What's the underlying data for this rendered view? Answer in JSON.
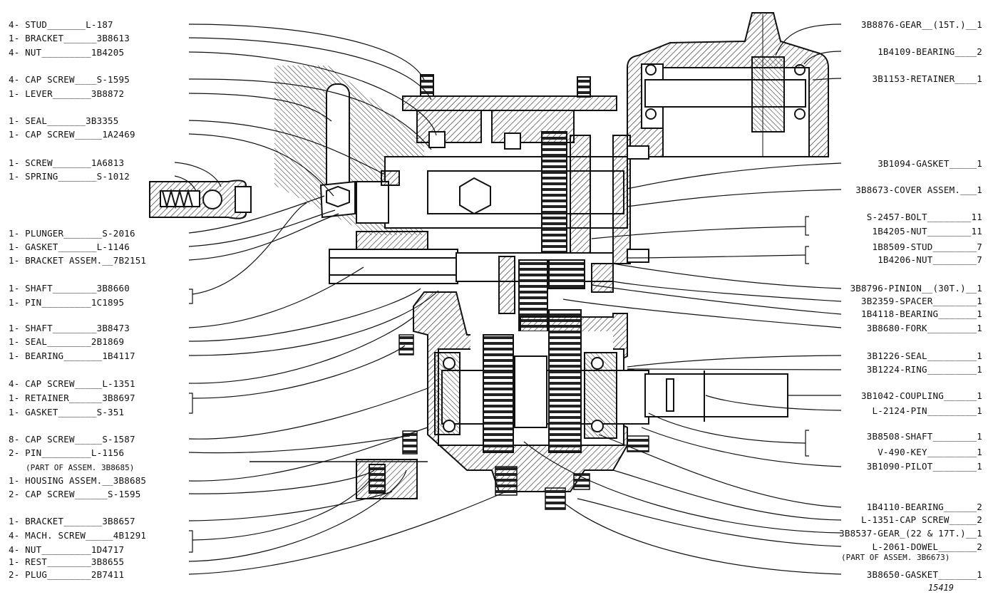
{
  "left_labels": [
    "4- STUD_______L-187",
    "1- BRACKET______3B8613",
    "4- NUT_________1B4205",
    "4- CAP SCREW____S-1595",
    "1- LEVER_______3B8872",
    "1- SEAL_______3B3355",
    "1- CAP SCREW_____1A2469",
    "1- SCREW_______1A6813",
    "1- SPRING_______S-1012",
    "1- PLUNGER_______S-2016",
    "1- GASKET_______L-1146",
    "1- BRACKET ASSEM.__7B2151",
    "1- SHAFT________3B8660",
    "1- PIN_________1C1895",
    "1- SHAFT________3B8473",
    "1- SEAL________2B1869",
    "1- BEARING_______1B4117",
    "4- CAP SCREW_____L-1351",
    "1- RETAINER______3B8697",
    "1- GASKET_______S-351",
    "8- CAP SCREW_____S-1587",
    "2- PIN_________L-1156",
    "1- HOUSING ASSEM.__3B8685",
    "2- CAP SCREW______S-1595",
    "1- BRACKET_______3B8657",
    "4- MACH. SCREW_____4B1291",
    "4- NUT_________1D4717",
    "1- REST________3B8655",
    "2- PLUG________2B7411"
  ],
  "left_note": "(PART OF ASSEM. 3B8685)",
  "right_labels": [
    "3B8876-GEAR__(15T.)__1",
    "1B4109-BEARING____2",
    "3B1153-RETAINER____1",
    "3B1094-GASKET_____1",
    "3B8673-COVER ASSEM.___1",
    "S-2457-BOLT________11",
    "1B4205-NUT________11",
    "1B8509-STUD________7",
    "1B4206-NUT________7",
    "3B8796-PINION__(30T.)__1",
    "3B2359-SPACER________1",
    "1B4118-BEARING_______1",
    "3B8680-FORK_________1",
    "3B1226-SEAL_________1",
    "3B1224-RING_________1",
    "3B1042-COUPLING______1",
    "L-2124-PIN_________1",
    "3B8508-SHAFT________1",
    "V-490-KEY_________1",
    "3B1090-PILOT________1",
    "1B4110-BEARING______2",
    "L-1351-CAP SCREW_____2",
    "3B8537-GEAR_(22 & 17T.)__1",
    "L-2061-DOWEL_______2",
    "3B8650-GASKET_______1"
  ],
  "right_note": "(PART OF ASSEM. 3B6673)",
  "figure_number": "15419"
}
